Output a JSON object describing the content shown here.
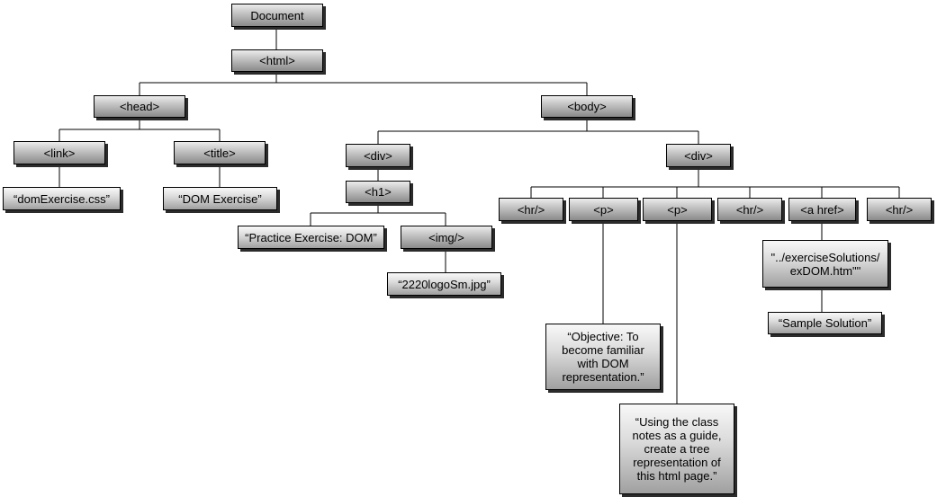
{
  "nodes": {
    "document": "Document",
    "html": "<html>",
    "head": "<head>",
    "body": "<body>",
    "link": "<link>",
    "title": "<title>",
    "link_text": "“domExercise.css”",
    "title_text": "“DOM Exercise”",
    "div1": "<div>",
    "h1": "<h1>",
    "h1_text": "“Practice Exercise: DOM”",
    "img": "<img/>",
    "img_text": "“2220logoSm.jpg”",
    "div2": "<div>",
    "hr1": "<hr/>",
    "p1": "<p>",
    "p2": "<p>",
    "hr2": "<hr/>",
    "a": "<a href>",
    "hr3": "<hr/>",
    "p1_text": "“Objective: To become familiar with DOM representation.”",
    "p2_text": "“Using the class notes as a guide, create a tree representation of this html page.”",
    "a_href_text": "\"../exerciseSolutions/ exDOM.htm\"\"",
    "a_text": "“Sample Solution”"
  }
}
